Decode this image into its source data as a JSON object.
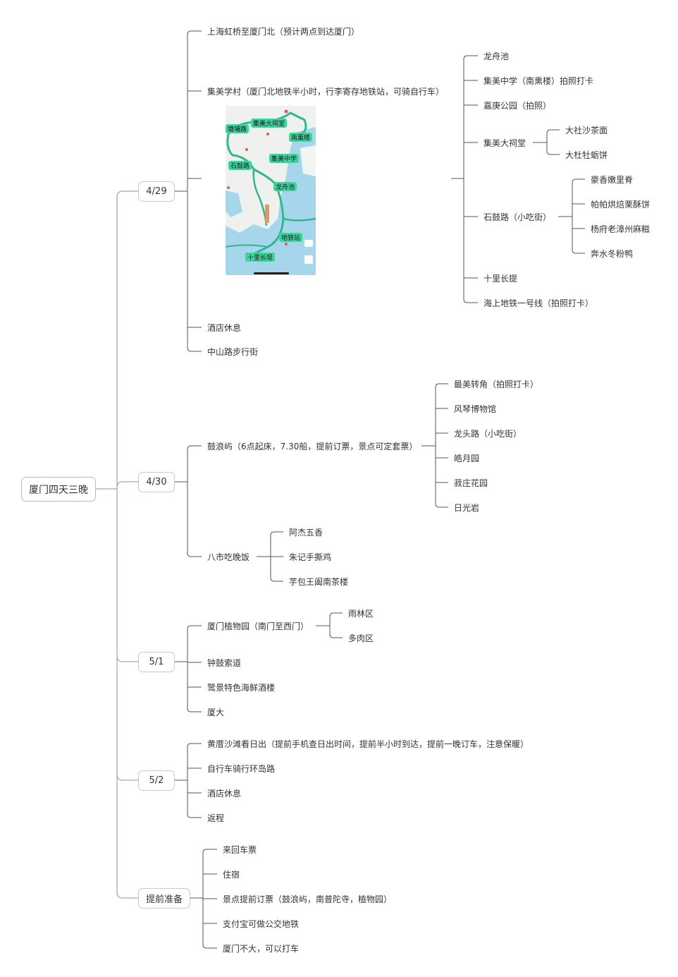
{
  "root": "厦门四天三晚",
  "colors": {
    "branch": "#8e8ec0",
    "line": "#555555",
    "border": "#c8c8d0",
    "mapGreen": "#2fb891",
    "mapLabel": "#3fd39f",
    "water": "#a6d6ec",
    "land": "#eef1ee"
  },
  "days": [
    {
      "label": "4/29",
      "items": [
        {
          "text": "上海虹桥至厦门北（预计两点到达厦门）"
        },
        {
          "text": "集美学村（厦门北地铁半小时，行李寄存地铁站，可骑自行车）"
        },
        {
          "text": "",
          "image": "map",
          "children": [
            {
              "text": "龙舟池"
            },
            {
              "text": "集美中学（南熏楼）拍照打卡"
            },
            {
              "text": "嘉庚公园（拍照）"
            },
            {
              "text": "集美大祠堂",
              "children": [
                {
                  "text": "大社沙茶面"
                },
                {
                  "text": "大杜牡蛎饼"
                }
              ]
            },
            {
              "text": "石鼓路（小吃街）",
              "children": [
                {
                  "text": "豪香嫩里脊"
                },
                {
                  "text": "帕帕烘焙栗酥饼"
                },
                {
                  "text": "杨府老漳州麻糍"
                },
                {
                  "text": "奔水冬粉鸭"
                }
              ]
            },
            {
              "text": "十里长提"
            },
            {
              "text": "海上地铁一号线（拍照打卡）"
            }
          ]
        },
        {
          "text": "酒店休息"
        },
        {
          "text": "中山路步行街"
        }
      ]
    },
    {
      "label": "4/30",
      "items": [
        {
          "text": "鼓浪屿（6点起床，7.30船，提前订票，景点可定套票）",
          "children": [
            {
              "text": "最美转角（拍照打卡）"
            },
            {
              "text": "风琴博物馆"
            },
            {
              "text": "龙头路（小吃街）"
            },
            {
              "text": "皓月园"
            },
            {
              "text": "菽庄花园"
            },
            {
              "text": "日光岩"
            }
          ]
        },
        {
          "text": "八市吃晚饭",
          "children": [
            {
              "text": "阿杰五香"
            },
            {
              "text": "朱记手撕鸡"
            },
            {
              "text": "芋包王阖南茶楼"
            }
          ]
        }
      ]
    },
    {
      "label": "5/1",
      "items": [
        {
          "text": "厦门植物园（南门至西门）",
          "children": [
            {
              "text": "雨林区"
            },
            {
              "text": "多肉区"
            }
          ]
        },
        {
          "text": "钟鼓索道"
        },
        {
          "text": "鹭景特色海鲜酒楼"
        },
        {
          "text": "厦大"
        }
      ]
    },
    {
      "label": "5/2",
      "items": [
        {
          "text": "黄厝沙滩看日出（提前手机查日出时间，提前半小时到达，提前一晚订车，注意保暖）"
        },
        {
          "text": "自行车骑行环岛路"
        },
        {
          "text": "酒店休息"
        },
        {
          "text": "返程"
        }
      ]
    },
    {
      "label": "提前准备",
      "items": [
        {
          "text": "来回车票"
        },
        {
          "text": "住宿"
        },
        {
          "text": "景点提前订票（鼓浪屿，南普陀寺，植物园）"
        },
        {
          "text": "支付宝可做公交地铁"
        },
        {
          "text": "厦门不大，可以打车"
        }
      ]
    }
  ],
  "map": {
    "labels": [
      "集美大祠堂",
      "塘埔路",
      "南薰楼",
      "集美中学",
      "石鼓路",
      "龙舟池",
      "地铁站",
      "十里长堤"
    ]
  }
}
